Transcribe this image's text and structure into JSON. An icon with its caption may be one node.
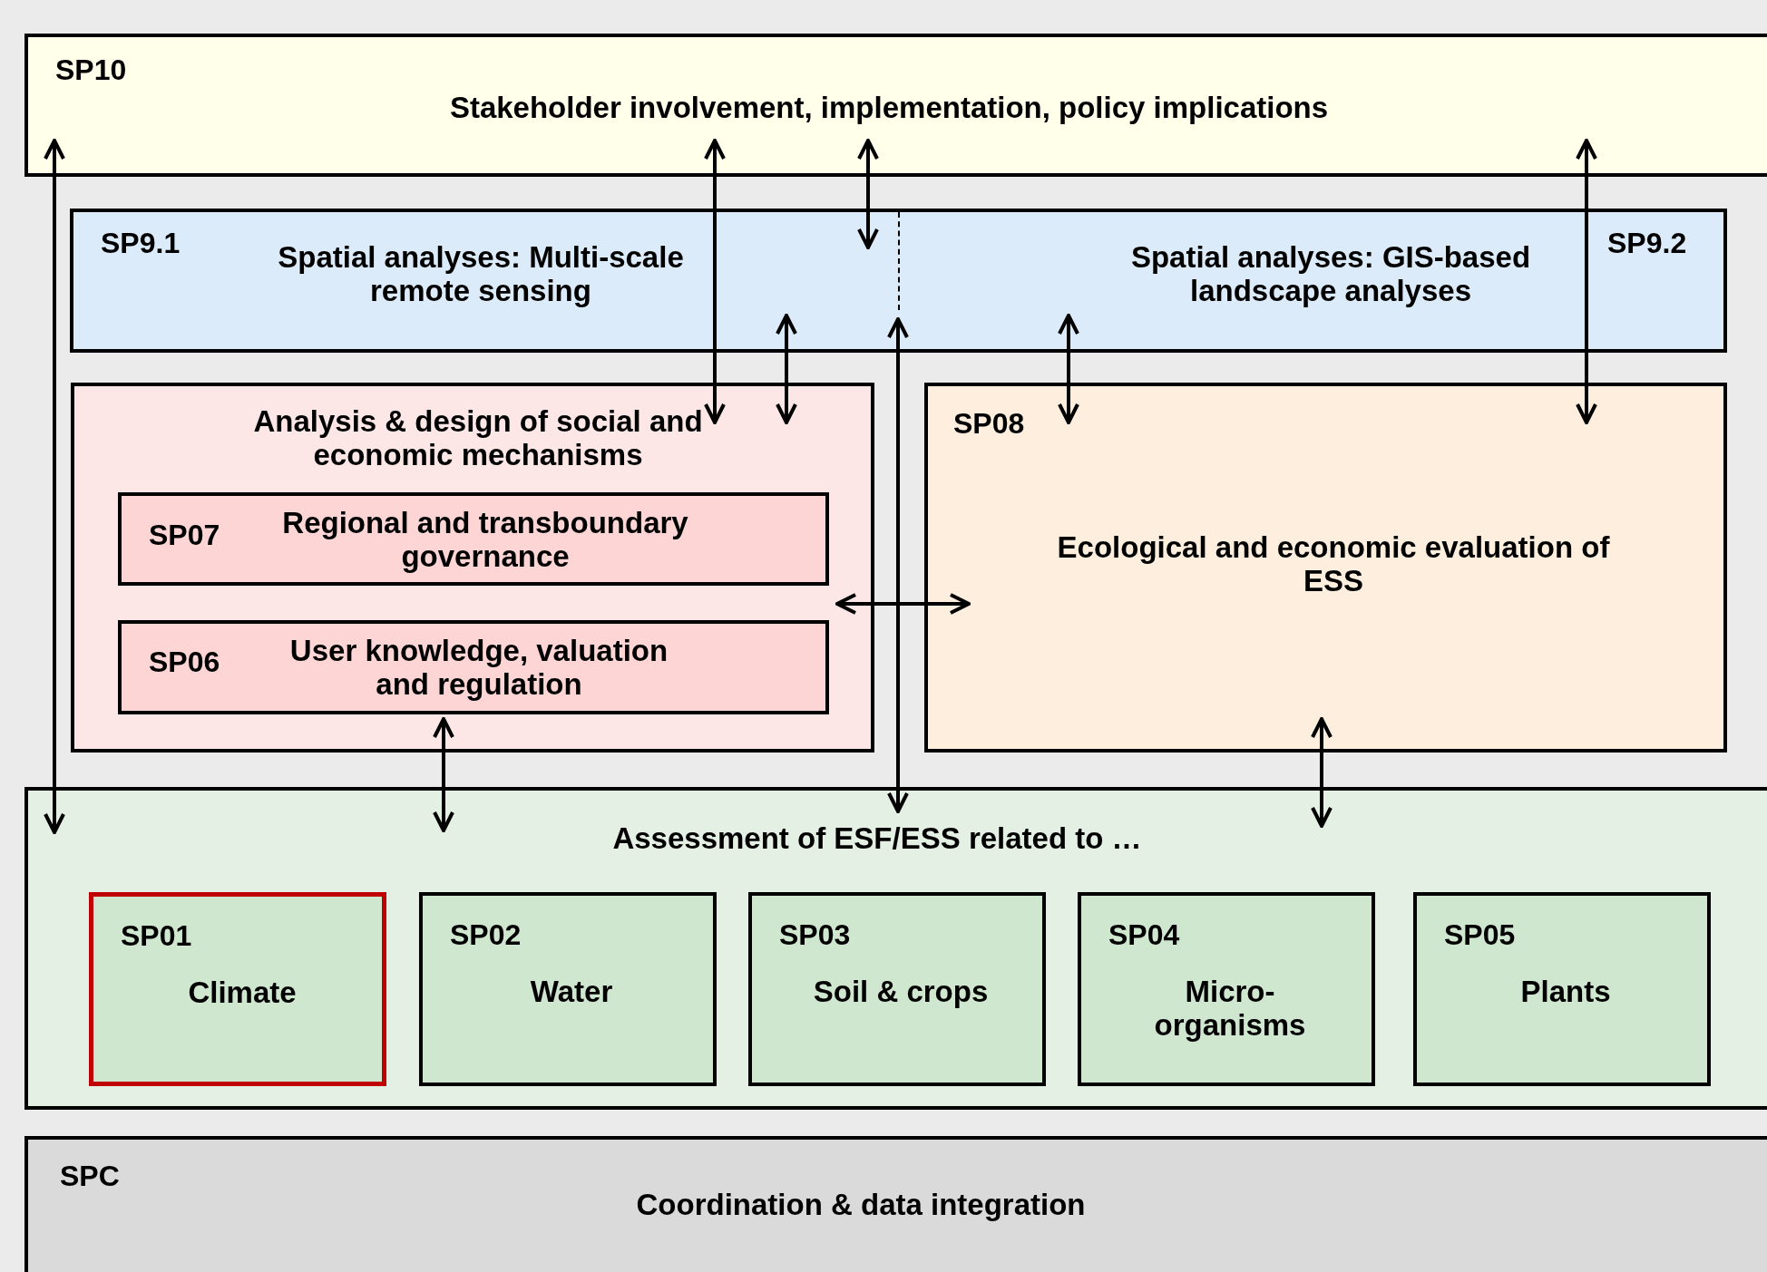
{
  "diagram": {
    "nodes": [
      {
        "text": [
          "SP10",
          "Stakeholder involvement, implementation, policy implications"
        ]
      },
      {
        "text": [],
        "shape": "box"
      },
      {
        "text": [
          "SP9.1",
          "Spatial analyses: Multi-scale remote sensing"
        ],
        "in": 1
      },
      {
        "text": [
          "SP9.2",
          "Spatial analyses: GIS-based landscape analyses"
        ],
        "in": 1
      },
      {
        "text": [
          "Analysis & design of social and economic mechanisms"
        ]
      },
      {
        "text": [
          "SP07",
          "Regional and transboundary governance"
        ],
        "in": 4
      },
      {
        "text": [
          "SP06",
          "User knowledge, valuation and regulation"
        ],
        "in": 4
      },
      {
        "text": [
          "SP08",
          "Ecological and economic evaluation of ESS"
        ]
      },
      {
        "text": [
          "Assessment of ESF/ESS related to …"
        ]
      },
      {
        "text": [
          "SP01",
          "Climate"
        ],
        "in": 8
      },
      {
        "text": [
          "SP02",
          "Water"
        ],
        "in": 8
      },
      {
        "text": [
          "SP03",
          "Soil & crops"
        ],
        "in": 8
      },
      {
        "text": [
          "SP04",
          "Micro- organisms"
        ],
        "in": 8
      },
      {
        "text": [
          "SP05",
          "Plants"
        ],
        "in": 8
      },
      {
        "text": [
          "SPC",
          "Coordination & data integration"
        ]
      }
    ],
    "edges": [
      {
        "from": 0,
        "to": 8,
        "arrow": "both"
      },
      {
        "from": 0,
        "to": 4,
        "arrow": "both"
      },
      {
        "from": 0,
        "to": 1,
        "arrow": "both"
      },
      {
        "from": 2,
        "to": 4,
        "arrow": "both"
      },
      {
        "from": 1,
        "to": 8,
        "arrow": "both"
      },
      {
        "from": 3,
        "to": 7,
        "arrow": "both"
      },
      {
        "from": 0,
        "to": 7,
        "arrow": "both"
      },
      {
        "from": 4,
        "to": 7,
        "arrow": "both"
      },
      {
        "from": 6,
        "to": 8,
        "arrow": "both"
      },
      {
        "from": 7,
        "to": 8,
        "arrow": "both"
      }
    ]
  }
}
